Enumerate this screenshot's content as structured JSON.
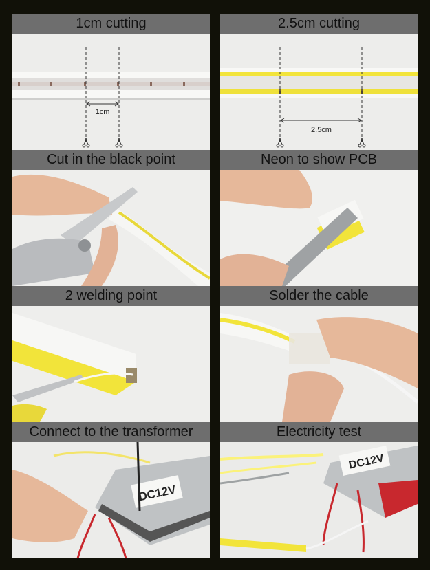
{
  "panels": [
    {
      "title": "1cm cutting",
      "dimension_label": "1cm"
    },
    {
      "title": "2.5cm cutting",
      "dimension_label": "2.5cm"
    },
    {
      "title": "Cut in the black point"
    },
    {
      "title": "Neon to show PCB"
    },
    {
      "title": "2 welding point"
    },
    {
      "title": "Solder the cable"
    },
    {
      "title": "Connect to the transformer",
      "device_label": "DC12V"
    },
    {
      "title": "Electricity test",
      "device_label": "DC12V"
    }
  ],
  "colors": {
    "background": "#111108",
    "header": "#6e6e6e",
    "neon_yellow": "#f2e43a",
    "silicone_white": "#f4f4f2",
    "cable_red": "#c8282e",
    "metal": "#a9acae"
  }
}
